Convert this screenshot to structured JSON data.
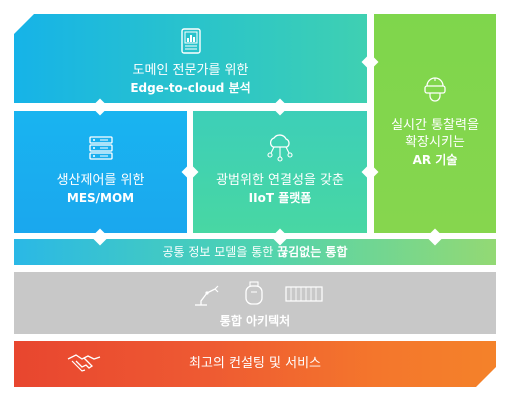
{
  "blocks": {
    "edge": {
      "line1": "도메인 전문가를 위한",
      "line2": "Edge-to-cloud 분석"
    },
    "mes": {
      "line1": "생산제어를 위한",
      "line2": "MES/MOM"
    },
    "iiot": {
      "line1": "광범위한 연결성을 갖춘",
      "line2": "IIoT 플랫폼"
    },
    "ar": {
      "line1": "실시간 통찰력을",
      "line2": "확장시키는",
      "line3": "AR 기술"
    },
    "common": {
      "text_regular": "공통 정보 모델을 통한 ",
      "text_bold": "끊김없는 통합"
    },
    "architecture": {
      "label": "통합 아키텍처"
    },
    "consulting": {
      "label": "최고의 컨설팅 및 서비스"
    }
  },
  "colors": {
    "blue": "#19b4f0",
    "teal": "#3fd0b2",
    "green": "#83d64d",
    "gray": "#c8c8c8",
    "orange_start": "#e8462f",
    "orange_end": "#f4822a"
  },
  "icons": {
    "edge": "analytics-report-icon",
    "mes": "server-rack-icon",
    "iiot": "cloud-network-icon",
    "ar": "ar-headset-icon",
    "arch1": "robot-arm-icon",
    "arch2": "controller-icon",
    "arch3": "plc-module-icon",
    "consult": "handshake-icon"
  }
}
